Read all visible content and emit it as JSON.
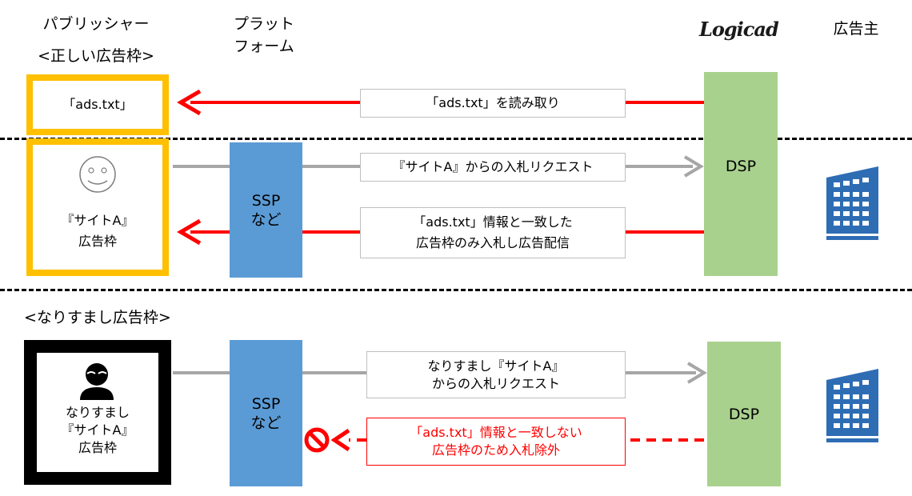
{
  "headers": {
    "publisher": "パブリッシャー",
    "correct_slot": "<正しい広告枠>",
    "platform_line1": "プラット",
    "platform_line2": "フォーム",
    "logicad_logo": "Logicad",
    "advertiser": "広告主"
  },
  "section1": {
    "ads_txt_label": "「ads.txt」",
    "read_message": "「ads.txt」を読み取り",
    "site_label_line1": "『サイトA』",
    "site_label_line2": "広告枠",
    "ssp_line1": "SSP",
    "ssp_line2": "など",
    "request_message": "『サイトA』からの入札リクエスト",
    "bid_message_line1": "「ads.txt」情報と一致した",
    "bid_message_line2": "広告枠のみ入札し広告配信",
    "dsp_label": "DSP"
  },
  "section2": {
    "title": "<なりすまし広告枠>",
    "spoof_line1": "なりすまし",
    "spoof_line2": "『サイトA』",
    "spoof_line3": "広告枠",
    "ssp_line1": "SSP",
    "ssp_line2": "など",
    "request_line1": "なりすまし『サイトA』",
    "request_line2": "からの入札リクエスト",
    "reject_line1": "「ads.txt」情報と一致しない",
    "reject_line2": "広告枠のため入札除外",
    "dsp_label": "DSP"
  },
  "colors": {
    "yellow": "#ffc000",
    "blue": "#5b9bd5",
    "green": "#a9d18e",
    "red": "#ff0000",
    "gray": "#a6a6a6",
    "building_blue": "#2e6db4"
  },
  "icons": [
    "smiley-face-icon",
    "hacker-icon",
    "building-icon",
    "prohibited-icon",
    "arrow-icon"
  ]
}
